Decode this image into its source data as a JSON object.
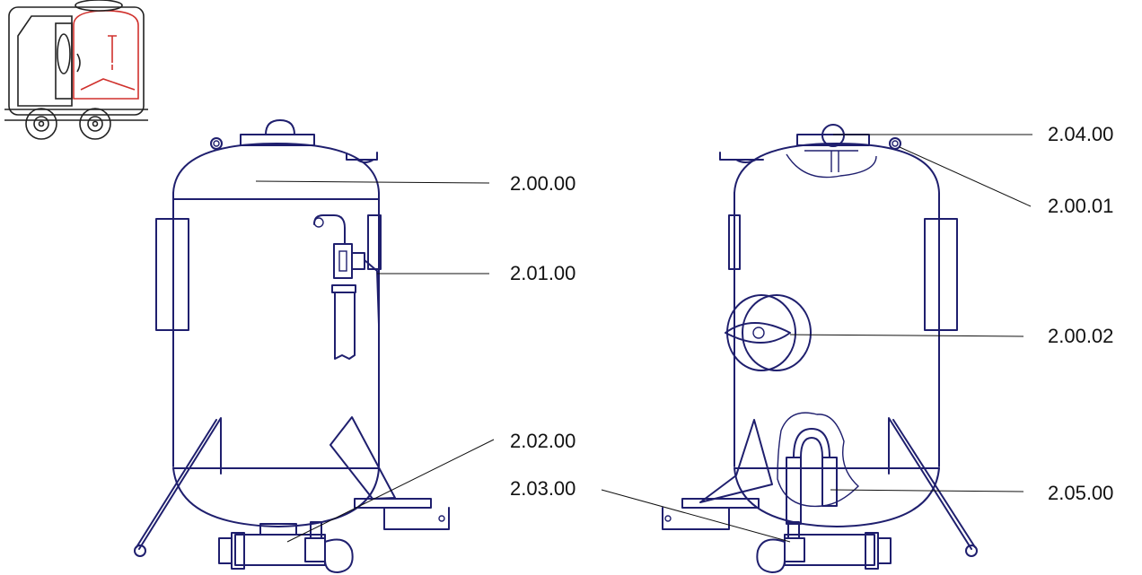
{
  "labels": {
    "left_vessel": [
      "2.00.00",
      "2.01.00",
      "2.02.00",
      "2.03.00"
    ],
    "right_vessel": [
      "2.04.00",
      "2.00.01",
      "2.00.02",
      "2.05.00"
    ]
  },
  "colors": {
    "drawing_line": "#1f1f6e",
    "highlight": "#d0312d",
    "leader_line": "#111111",
    "text": "#111111",
    "background": "#ffffff"
  }
}
